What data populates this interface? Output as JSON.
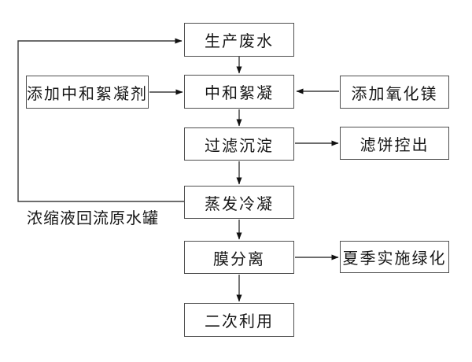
{
  "diagram": {
    "type": "flowchart",
    "background": "#ffffff",
    "colors": {
      "box_border": "#4f4f4f",
      "line": "#3d3d3d",
      "arrowhead": "#111111",
      "text": "#161616"
    },
    "nodes": {
      "production_wastewater": {
        "label": "生产废水"
      },
      "neutralization_flocculation": {
        "label": "中和絮凝"
      },
      "filtration_sedimentation": {
        "label": "过滤沉淀"
      },
      "evaporation_condensation": {
        "label": "蒸发冷凝"
      },
      "membrane_separation": {
        "label": "膜分离"
      },
      "secondary_use": {
        "label": "二次利用"
      },
      "add_neutralizing_flocculant": {
        "label": "添加中和絮凝剂"
      },
      "add_magnesium_oxide": {
        "label": "添加氧化镁"
      },
      "filter_cake_out": {
        "label": "滤饼控出"
      },
      "summer_greening": {
        "label": "夏季实施绿化"
      }
    },
    "annotations": {
      "concentrate_return": {
        "label": "浓缩液回流原水罐"
      }
    },
    "edges": [
      {
        "from": "production_wastewater",
        "to": "neutralization_flocculation"
      },
      {
        "from": "add_neutralizing_flocculant",
        "to": "neutralization_flocculation"
      },
      {
        "from": "add_magnesium_oxide",
        "to": "neutralization_flocculation"
      },
      {
        "from": "neutralization_flocculation",
        "to": "filtration_sedimentation"
      },
      {
        "from": "filtration_sedimentation",
        "to": "filter_cake_out"
      },
      {
        "from": "filtration_sedimentation",
        "to": "evaporation_condensation"
      },
      {
        "from": "evaporation_condensation",
        "to": "production_wastewater",
        "label": "浓缩液回流原水罐"
      },
      {
        "from": "evaporation_condensation",
        "to": "membrane_separation"
      },
      {
        "from": "membrane_separation",
        "to": "summer_greening"
      },
      {
        "from": "membrane_separation",
        "to": "secondary_use"
      }
    ]
  }
}
